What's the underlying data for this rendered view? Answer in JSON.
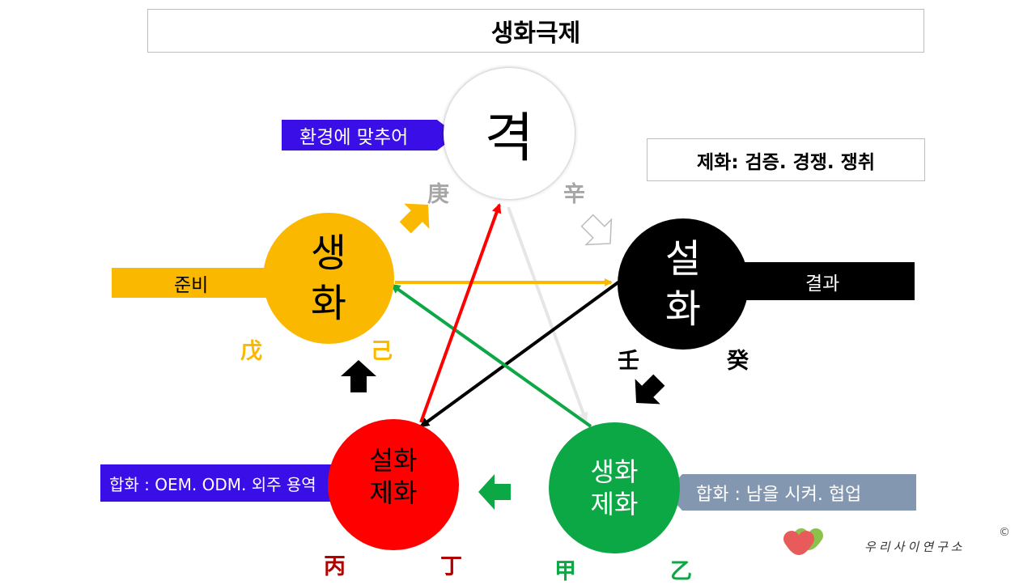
{
  "title": "생화극제",
  "info": "제화: 검증. 경쟁. 쟁취",
  "nodes": {
    "top": "격",
    "left_line1": "생",
    "left_line2": "화",
    "right_line1": "설",
    "right_line2": "화",
    "bottom_left_line1": "설화",
    "bottom_left_line2": "제화",
    "bottom_right_line1": "생화",
    "bottom_right_line2": "제화"
  },
  "labels": {
    "env": "환경에 맞추어",
    "prep": "준비",
    "result": "결과",
    "combo_left": "합화 : OEM. ODM. 외주 용역",
    "combo_right": "합화 : 남을 시켜. 협업"
  },
  "stems": {
    "gyeong": "庚",
    "sin": "辛",
    "mu": "戊",
    "gi": "己",
    "im": "壬",
    "gye": "癸",
    "byeong": "丙",
    "jeong": "丁",
    "gap": "甲",
    "eul": "乙"
  },
  "footer": {
    "org": "우리사이연구소",
    "copyright": "©"
  },
  "colors": {
    "earth_yellow": "#fbb800",
    "fire_red": "#ff0000",
    "wood_green": "#0ca845",
    "water_black": "#000000",
    "label_purple": "#3a0ee6",
    "label_grey_blue": "#8497b0",
    "stem_dark_red": "#b00000"
  }
}
